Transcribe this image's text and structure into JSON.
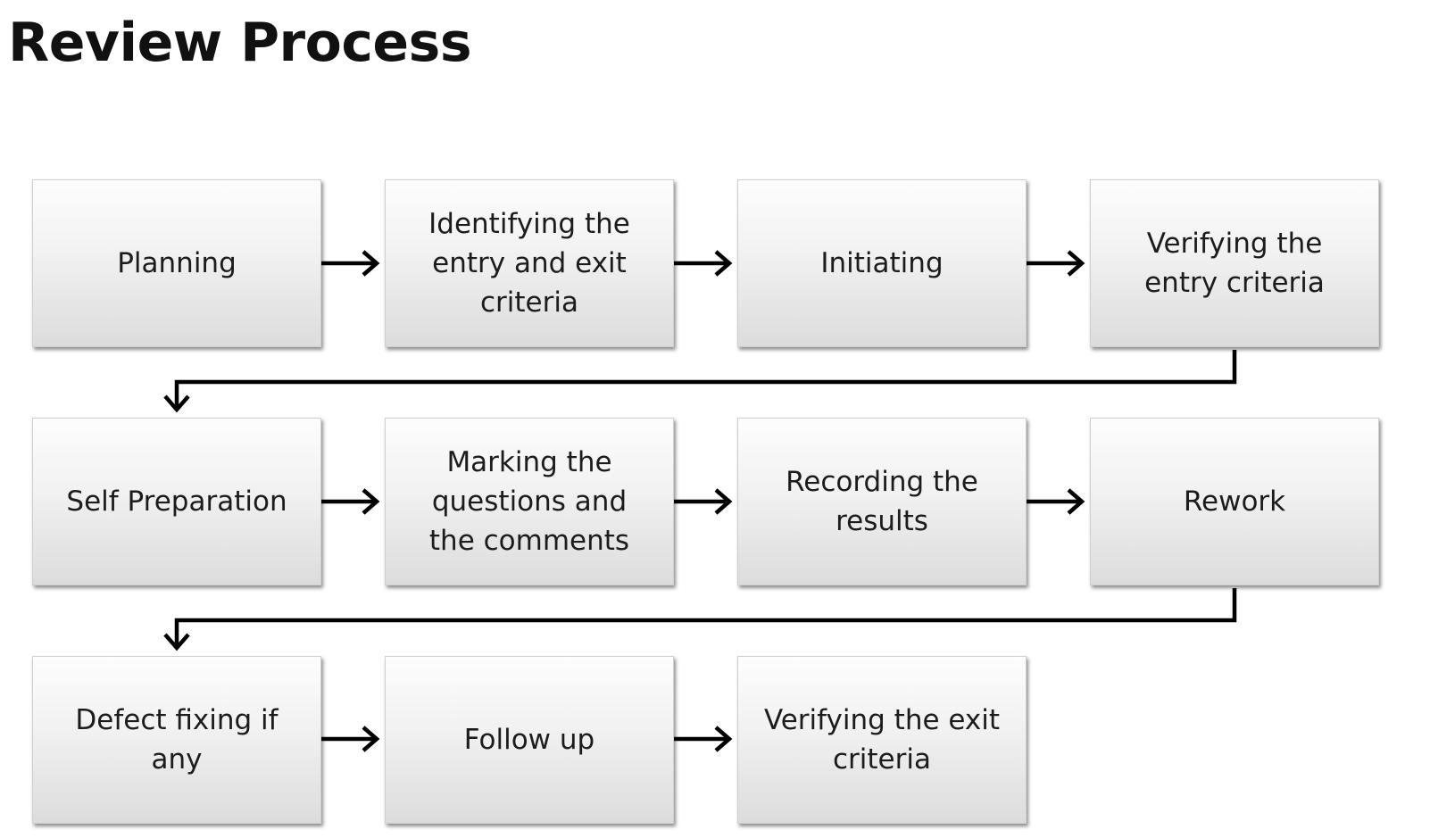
{
  "title": "Review Process",
  "steps": [
    {
      "id": "planning",
      "label": "Planning"
    },
    {
      "id": "identifying",
      "label": "Identifying the\nentry and exit\ncriteria"
    },
    {
      "id": "initiating",
      "label": "Initiating"
    },
    {
      "id": "verifying-entry",
      "label": "Verifying the\nentry criteria"
    },
    {
      "id": "self-preparation",
      "label": "Self Preparation"
    },
    {
      "id": "marking",
      "label": "Marking the\nquestions and\nthe comments"
    },
    {
      "id": "recording",
      "label": "Recording the\nresults"
    },
    {
      "id": "rework",
      "label": "Rework"
    },
    {
      "id": "defect-fixing",
      "label": "Defect fixing if\nany"
    },
    {
      "id": "follow-up",
      "label": "Follow up"
    },
    {
      "id": "verifying-exit",
      "label": "Verifying the exit\ncriteria"
    }
  ]
}
